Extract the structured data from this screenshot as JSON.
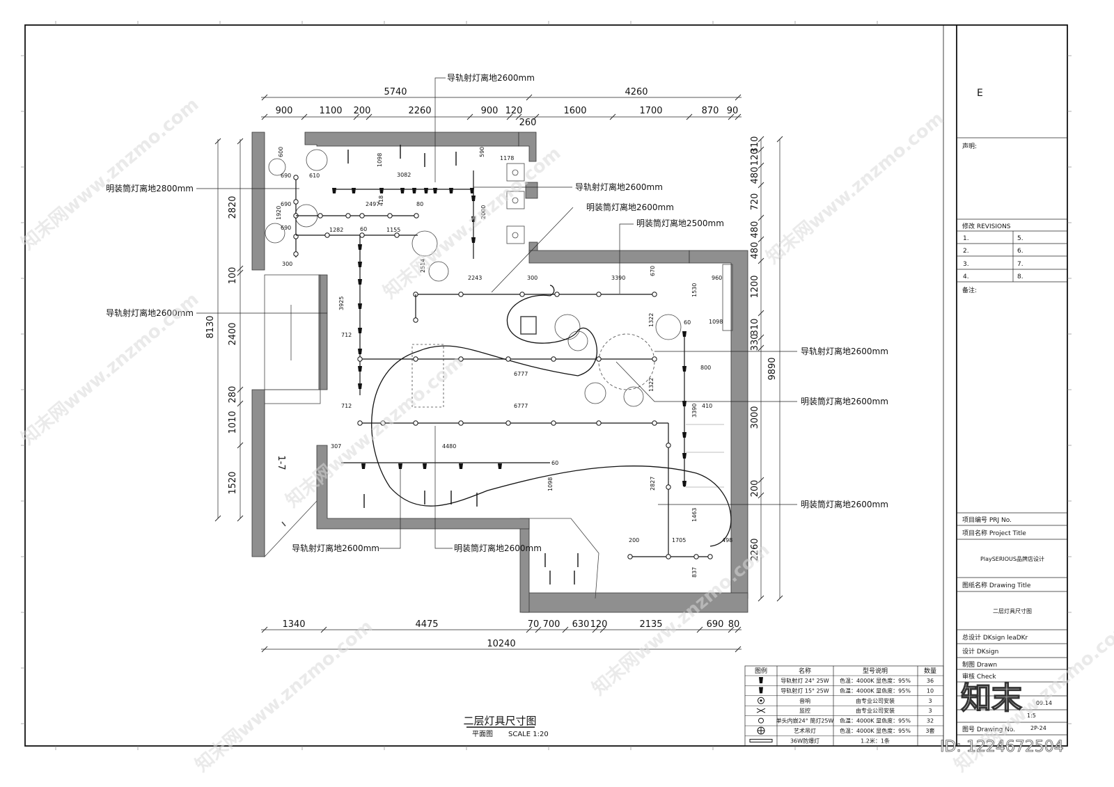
{
  "drawing": {
    "title": "二层灯具尺寸图",
    "subtitle": "平面图",
    "scale": "SCALE 1:20"
  },
  "dimensions": {
    "top_total_left": "5740",
    "top_total_right": "4260",
    "top_segments": [
      "900",
      "1100",
      "200",
      "2260",
      "900",
      "120",
      "1600",
      "1700",
      "870",
      "90"
    ],
    "top_260": "260",
    "bottom_segments": [
      "1340",
      "4475",
      "70",
      "700",
      "630",
      "120",
      "2135",
      "690",
      "80"
    ],
    "bottom_total": "10240",
    "left_total": "8130",
    "left_segments": [
      "2820",
      "100",
      "2400",
      "280",
      "1010",
      "1520"
    ],
    "right_total": "9890",
    "right_segments": [
      "310",
      "120",
      "480",
      "720",
      "480",
      "480",
      "1200",
      "310",
      "330",
      "3000",
      "200",
      "2260"
    ],
    "interior": [
      "600",
      "690",
      "610",
      "3082",
      "1098",
      "590",
      "1178",
      "690",
      "2497",
      "418",
      "80",
      "2000",
      "690",
      "1920",
      "1282",
      "1155",
      "60",
      "300",
      "2514",
      "2243",
      "300",
      "3390",
      "670",
      "960",
      "1530",
      "3925",
      "712",
      "1322",
      "1098",
      "60",
      "6777",
      "800",
      "712",
      "6777",
      "1322",
      "410",
      "3390",
      "307",
      "4480",
      "60",
      "1098",
      "2827",
      "1463",
      "200",
      "1705",
      "498",
      "837"
    ],
    "elevation_marker": "1-7"
  },
  "annotations": [
    {
      "id": "track-top",
      "text": "导轨射灯离地2600mm"
    },
    {
      "id": "down-2800",
      "text": "明装筒灯离地2800mm"
    },
    {
      "id": "track-upper",
      "text": "导轨射灯离地2600mm"
    },
    {
      "id": "down-upper",
      "text": "明装筒灯离地2600mm"
    },
    {
      "id": "down-2500",
      "text": "明装筒灯离地2500mm"
    },
    {
      "id": "track-left",
      "text": "导轨射灯离地2600mm"
    },
    {
      "id": "track-right",
      "text": "导轨射灯离地2600mm"
    },
    {
      "id": "down-right",
      "text": "明装筒灯离地2600mm"
    },
    {
      "id": "down-right-low",
      "text": "明装筒灯离地2600mm"
    },
    {
      "id": "track-bottom",
      "text": "导轨射灯离地2600mm"
    },
    {
      "id": "down-bottom",
      "text": "明装筒灯离地2600mm"
    }
  ],
  "legend": {
    "headers": [
      "图例",
      "名称",
      "型号说明",
      "数量"
    ],
    "rows": [
      {
        "name": "导轨射灯  24° 25W",
        "spec": "色温：4000K 显色度：95%",
        "qty": "36"
      },
      {
        "name": "导轨射灯  15° 25W",
        "spec": "色温：4000K 显色度：95%",
        "qty": "10"
      },
      {
        "name": "音响",
        "spec": "由专业公司安装",
        "qty": "3"
      },
      {
        "name": "监控",
        "spec": "由专业公司安装",
        "qty": "3"
      },
      {
        "name": "单头内嵌24° 筒灯25W",
        "spec": "色温：4000K 显色度：95%",
        "qty": "32"
      },
      {
        "name": "艺术吊灯",
        "spec": "色温：4000K 显色度：95%",
        "qty": "3套"
      },
      {
        "name": "36W防爆灯",
        "spec": "1.2米：1条",
        "qty": ""
      }
    ]
  },
  "title_block": {
    "revision_letter": "E",
    "statement": "声明:",
    "revisions_label": "修改 REVISIONS",
    "revision_numbers": [
      "1.",
      "5.",
      "2.",
      "6.",
      "3.",
      "7.",
      "4.",
      "8."
    ],
    "remarks": "备注:",
    "project_no_label": "项目编号 PRJ No.",
    "project_title_label": "项目名称 Project Title",
    "project_title": "PlaySERIOUS品牌店设计",
    "drawing_title_label": "图纸名称 Drawing Title",
    "drawing_title": "二层灯具尺寸图",
    "chief_designer": "总设计 DKsign leaDKr",
    "design": "设计  DKsign",
    "drawn": "制图  Drawn",
    "check": "审核  Check",
    "date_fragment": "09.14",
    "scale_fragment": "1:5",
    "drawing_no_label": "图号 Drawing No.",
    "drawing_no": "2P-24"
  },
  "watermark": {
    "site": "知末网www.znzmo.com",
    "logo": "知末",
    "id": "ID: 1224672504"
  }
}
